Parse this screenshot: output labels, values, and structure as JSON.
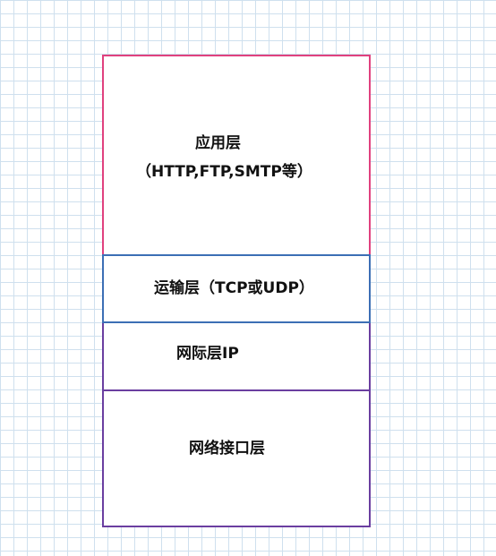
{
  "diagram": {
    "layers": [
      {
        "id": "application",
        "line1": "应用层",
        "line2": "（HTTP,FTP,SMTP等）",
        "border_color": "#e0417e"
      },
      {
        "id": "transport",
        "label": "运输层（TCP或UDP）",
        "border_color": "#3c6fb5"
      },
      {
        "id": "network",
        "label": "网际层IP",
        "border_color": "#6a3ea0"
      },
      {
        "id": "link",
        "label": "网络接口层",
        "border_color": "#6a3ea0"
      }
    ],
    "grid_color": "#cfe0ee"
  }
}
